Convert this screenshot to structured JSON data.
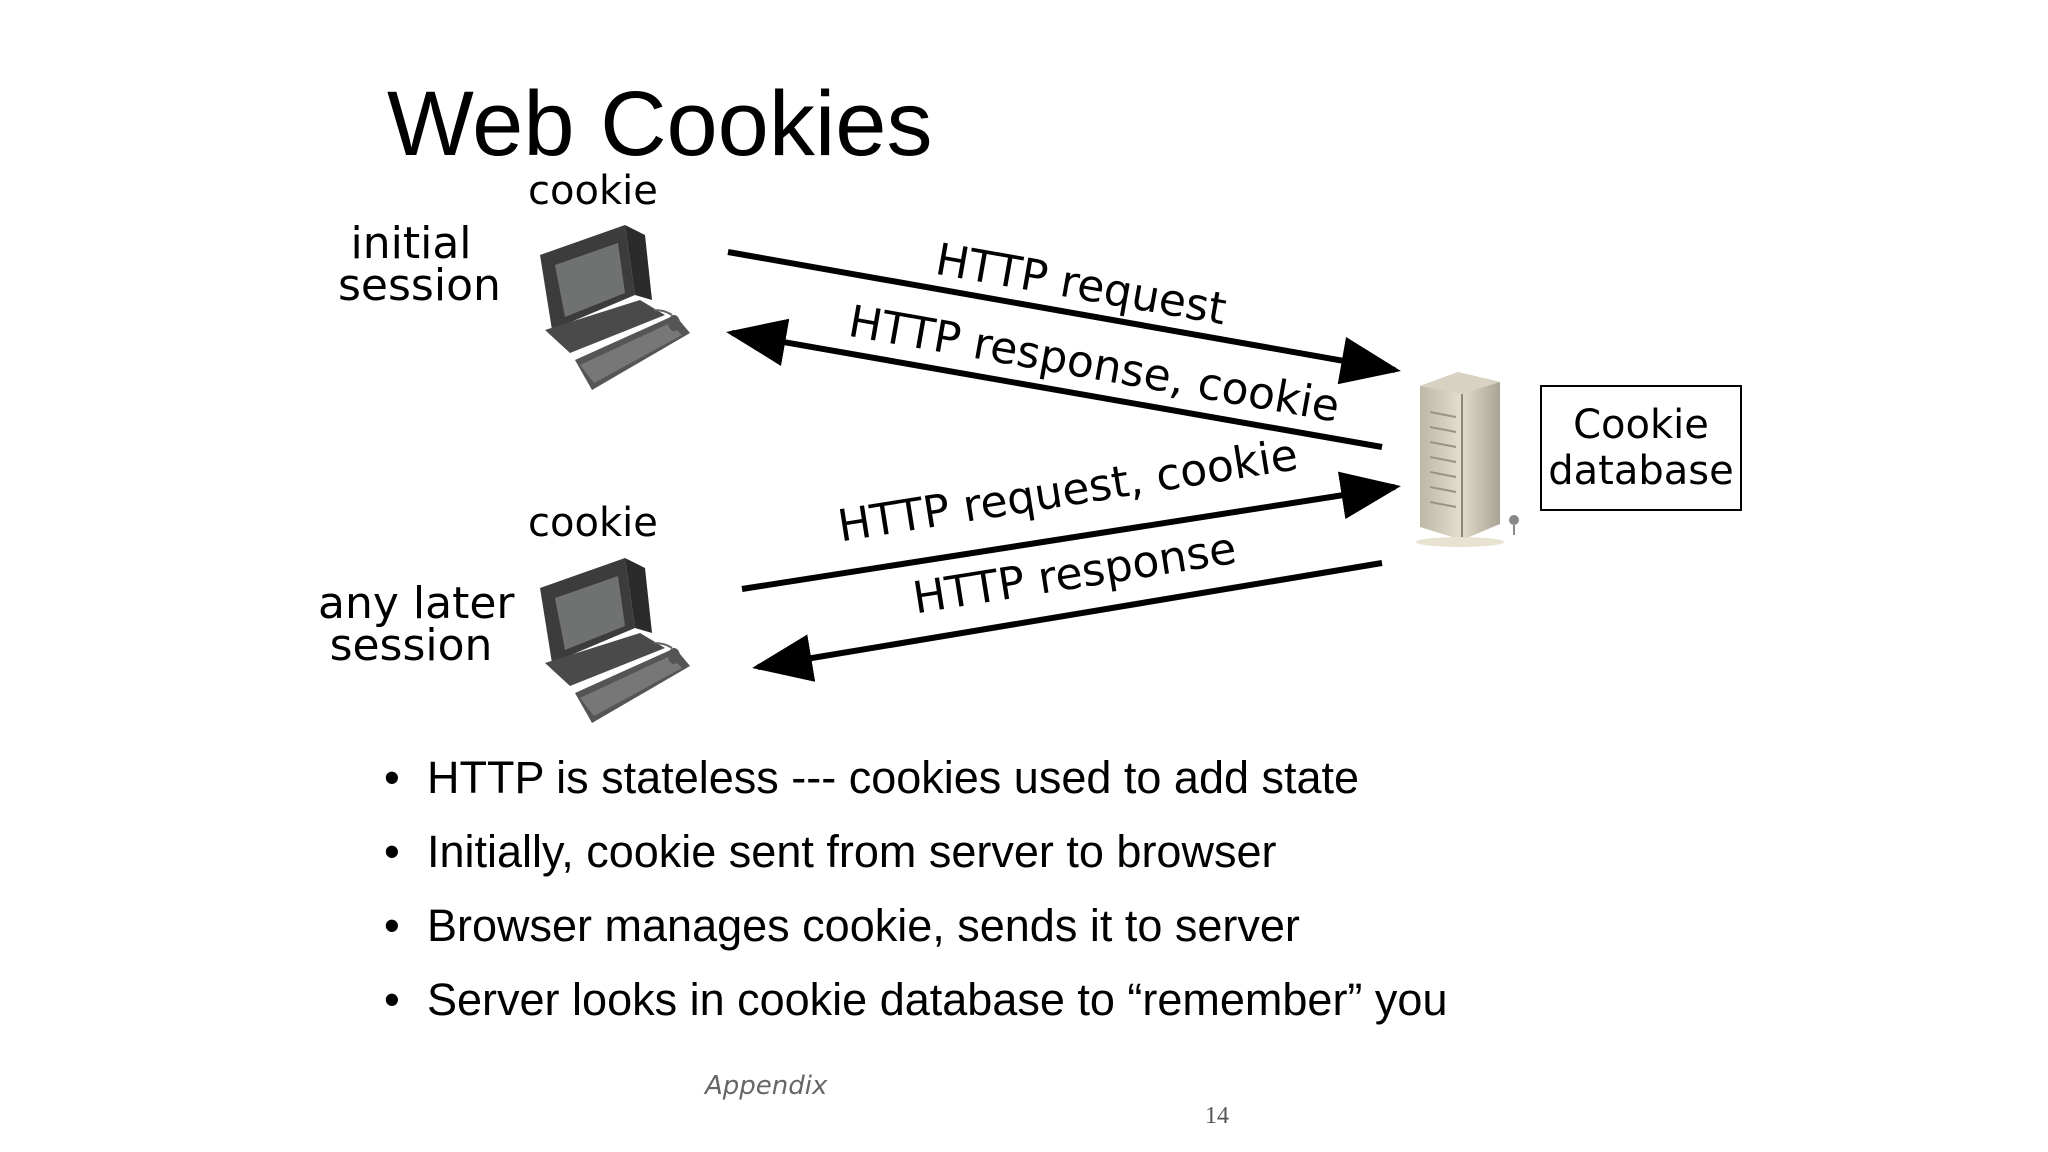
{
  "slide": {
    "title": "Web Cookies",
    "diagram": {
      "top_client": {
        "cookie_label": "cookie",
        "session_label_line1": "initial",
        "session_label_line2": "session"
      },
      "bottom_client": {
        "cookie_label": "cookie",
        "session_label_line1": "any later",
        "session_label_line2": "session"
      },
      "arrows": [
        {
          "label": "HTTP request"
        },
        {
          "label": "HTTP response, cookie"
        },
        {
          "label": "HTTP request, cookie"
        },
        {
          "label": "HTTP response"
        }
      ],
      "database": {
        "line1": "Cookie",
        "line2": "database"
      }
    },
    "bullets": [
      "HTTP is stateless --- cookies used to add state",
      "Initially, cookie sent from server to browser",
      "Browser manages cookie, sends it to server",
      "Server looks in cookie database to “remember” you"
    ],
    "footer": {
      "left": "Appendix",
      "page_number": "14"
    }
  }
}
